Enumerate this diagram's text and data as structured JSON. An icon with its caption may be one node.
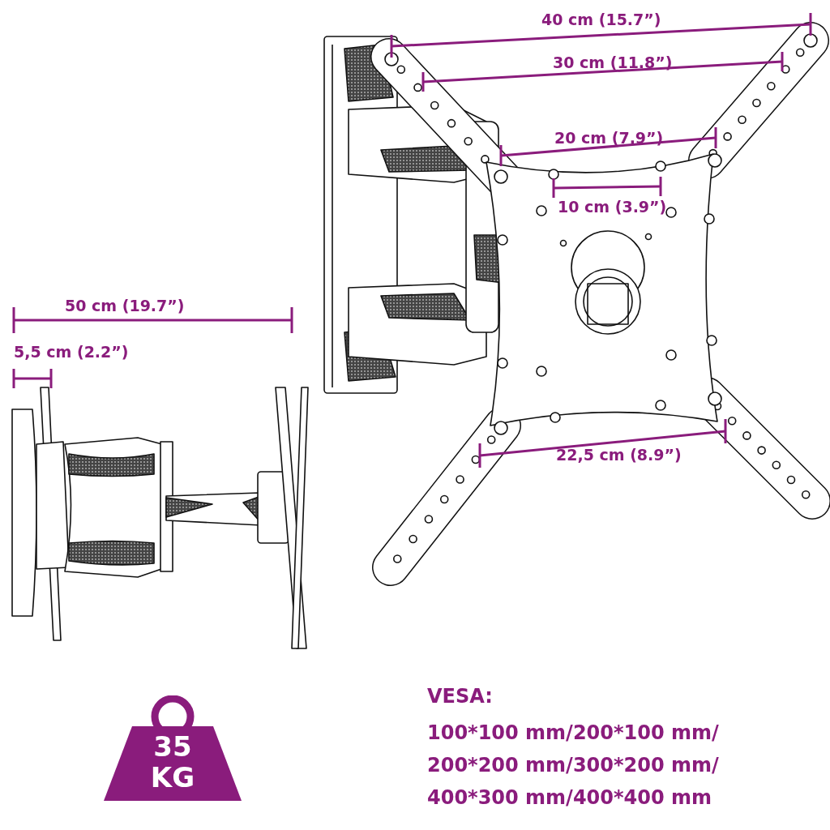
{
  "diagram": {
    "nodes": [
      {
        "text": [
          "35 KG"
        ]
      }
    ],
    "labels": [
      "40 cm (15.7”)",
      "30 cm (11.8”)",
      "20 cm (7.9”)",
      "10 cm (3.9”)",
      "50 cm (19.7”)",
      "5,5 cm (2.2”)",
      "22,5 cm (8.9”)",
      "VESA:",
      "100*100 mm/200*100 mm/ 200*200 mm/300*200 mm/ 400*300 mm/400*400 mm"
    ]
  }
}
